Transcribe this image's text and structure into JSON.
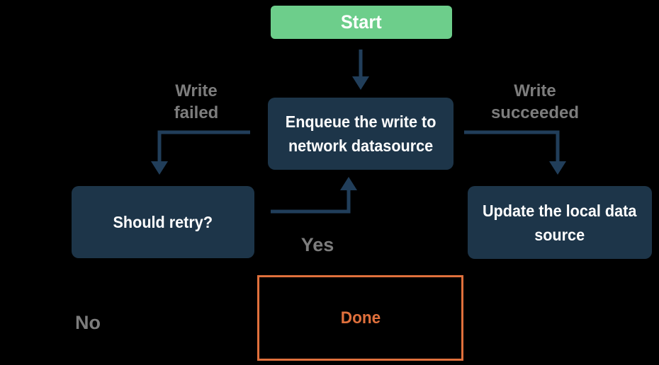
{
  "colors": {
    "background": "#000000",
    "green": "#6dce8b",
    "navy": "#1d3549",
    "arrow": "#213e5a",
    "gray": "#7d7d7d",
    "orange": "#e0703c",
    "text_light": "#ffffff"
  },
  "flowchart": {
    "nodes": {
      "start": {
        "label": "Start"
      },
      "enqueue": {
        "label": "Enqueue the write to\nnetwork datasource"
      },
      "should_retry": {
        "label": "Should retry?"
      },
      "update_local": {
        "label": "Update the local data\nsource"
      },
      "done": {
        "label": "Done"
      }
    },
    "edge_labels": {
      "write_failed": "Write\nfailed",
      "write_succeeded": "Write\nsucceeded",
      "yes": "Yes",
      "no": "No"
    }
  }
}
